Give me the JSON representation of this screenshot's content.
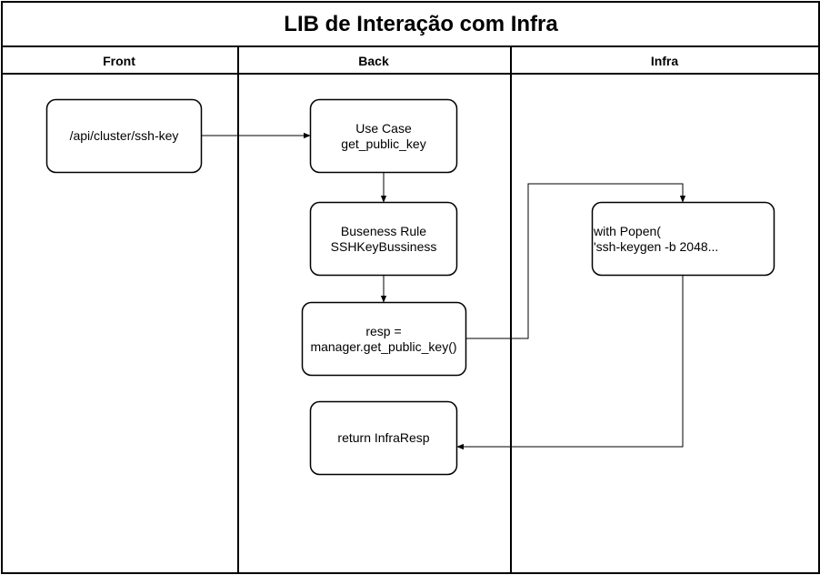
{
  "title": "LIB de Interação com Infra",
  "lanes": [
    {
      "id": "front",
      "label": "Front"
    },
    {
      "id": "back",
      "label": "Back"
    },
    {
      "id": "infra",
      "label": "Infra"
    }
  ],
  "nodes": [
    {
      "id": "api",
      "lines": [
        "/api/cluster/ssh-key"
      ]
    },
    {
      "id": "usecase",
      "lines": [
        "Use Case",
        "get_public_key"
      ]
    },
    {
      "id": "rule",
      "lines": [
        "Buseness Rule",
        "SSHKeyBussiness"
      ]
    },
    {
      "id": "resp",
      "lines": [
        "resp =",
        "manager.get_public_key()"
      ]
    },
    {
      "id": "ret",
      "lines": [
        "return InfraResp"
      ]
    },
    {
      "id": "popen",
      "lines": [
        "with Popen(",
        "'ssh-keygen -b 2048..."
      ]
    }
  ],
  "edges": [
    {
      "from": "api",
      "to": "usecase"
    },
    {
      "from": "usecase",
      "to": "rule"
    },
    {
      "from": "rule",
      "to": "resp"
    },
    {
      "from": "resp",
      "to": "popen"
    },
    {
      "from": "popen",
      "to": "ret"
    }
  ],
  "colors": {
    "stroke": "#000000",
    "fill": "#ffffff"
  }
}
